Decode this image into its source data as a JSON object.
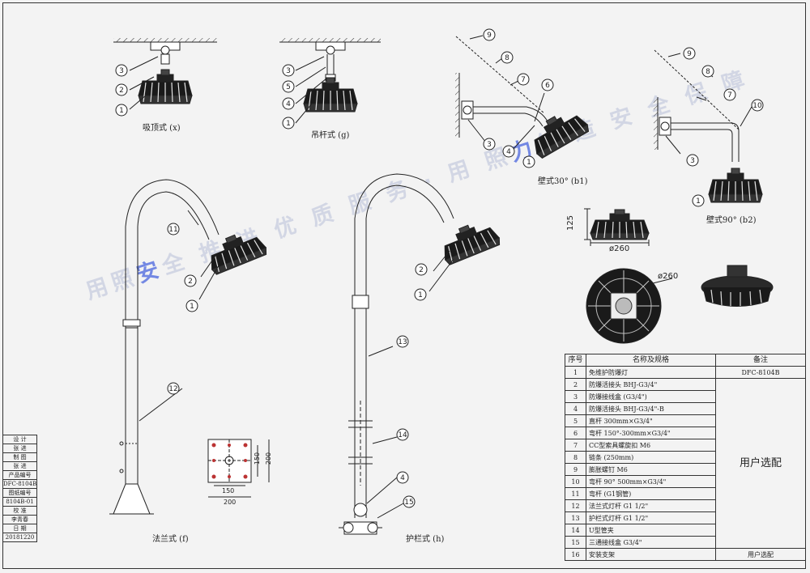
{
  "views": {
    "ceiling": "吸顶式 (x)",
    "pendant": "吊杆式 (g)",
    "wall30": "壁式30° (b1)",
    "wall90": "壁式90° (b2)",
    "flange": "法兰式 (f)",
    "guardrail": "护栏式 (h)"
  },
  "dimensions": {
    "height_125": "125",
    "diameter_260": "ø260",
    "diameter_260_top": "ø260",
    "base_150_h": "150",
    "base_200_h": "200",
    "base_150_v": "150",
    "base_200_v": "200"
  },
  "watermark": {
    "part1": "用照",
    "accent1": "安",
    "part2": "全 推 进 优 质 服 务 · 用 照",
    "accent2": "力",
    "part3": "创 造 安 全 保 障"
  },
  "parts_table": {
    "headers": {
      "no": "序号",
      "name": "名称及规格",
      "remark": "备注"
    },
    "model": "DFC-8104B",
    "user_choice": "用户选配",
    "rows": [
      {
        "no": "1",
        "name": "免维护防爆灯"
      },
      {
        "no": "2",
        "name": "防爆活接头 BHJ-G3/4\""
      },
      {
        "no": "3",
        "name": "防爆接线盒 (G3/4\")"
      },
      {
        "no": "4",
        "name": "防爆活接头 BHJ-G3/4\"-B"
      },
      {
        "no": "5",
        "name": "直杆 300mm×G3/4\""
      },
      {
        "no": "6",
        "name": "弯杆 150°-300mm×G3/4\""
      },
      {
        "no": "7",
        "name": "CC型索具螺旋扣 M6"
      },
      {
        "no": "8",
        "name": "链条 (250mm)"
      },
      {
        "no": "9",
        "name": "膨胀螺钉 M6"
      },
      {
        "no": "10",
        "name": "弯杆 90° 500mm×G3/4\""
      },
      {
        "no": "11",
        "name": "弯杆 (G1钢管)"
      },
      {
        "no": "12",
        "name": "法兰式灯杆 G1 1/2\""
      },
      {
        "no": "13",
        "name": "护栏式灯杆 G1 1/2\""
      },
      {
        "no": "14",
        "name": "U型管夹"
      },
      {
        "no": "15",
        "name": "三通接线盒 G3/4\""
      },
      {
        "no": "16",
        "name": "安装支架"
      }
    ],
    "last_remark": "用户选配"
  },
  "title_block": [
    "设 计",
    "张 进",
    "制 图",
    "张 进",
    "产品编号",
    "DFC-8104B",
    "图纸编号",
    "8104B-01",
    "校 准",
    "李青春",
    "日 期",
    "20181220"
  ],
  "colors": {
    "background": "#f3f3f3",
    "line": "#222222",
    "watermark_accent": "#3c5adc"
  }
}
